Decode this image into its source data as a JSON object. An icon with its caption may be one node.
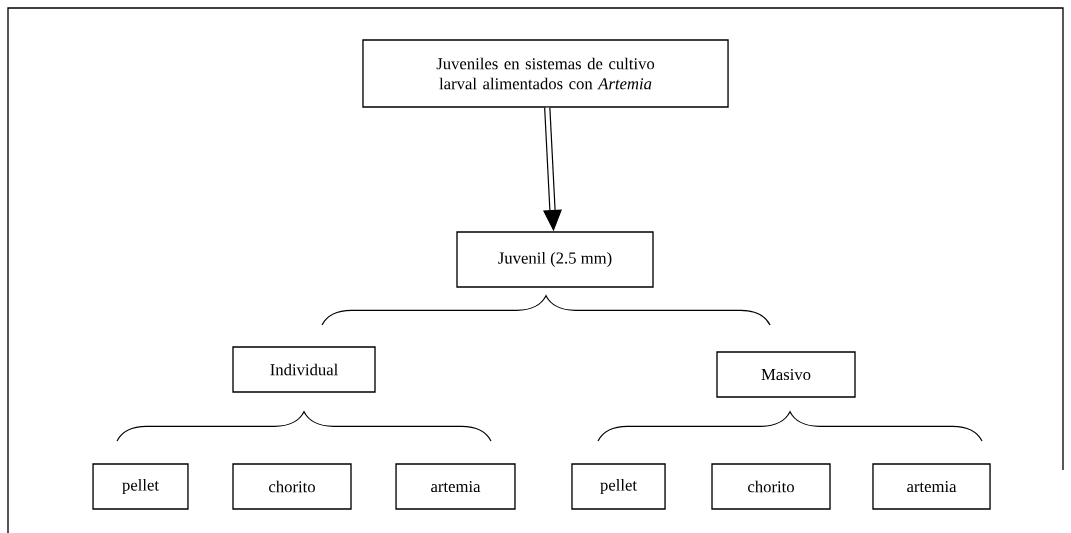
{
  "diagram": {
    "nodes": [
      {
        "text": [
          "Juveniles en sistemas de cultivo larval alimentados con *Artemia*"
        ]
      },
      {
        "text": [
          "Juvenil (2.5 mm)"
        ]
      },
      {
        "text": [
          "Individual"
        ]
      },
      {
        "text": [
          "Masivo"
        ]
      },
      {
        "text": [
          "pellet"
        ]
      },
      {
        "text": [
          "chorito"
        ]
      },
      {
        "text": [
          "artemia"
        ]
      },
      {
        "text": [
          "pellet"
        ]
      },
      {
        "text": [
          "chorito"
        ]
      },
      {
        "text": [
          "artemia"
        ]
      }
    ],
    "edges": [
      {
        "from": 0,
        "to": 1,
        "arrow": "to"
      }
    ]
  }
}
